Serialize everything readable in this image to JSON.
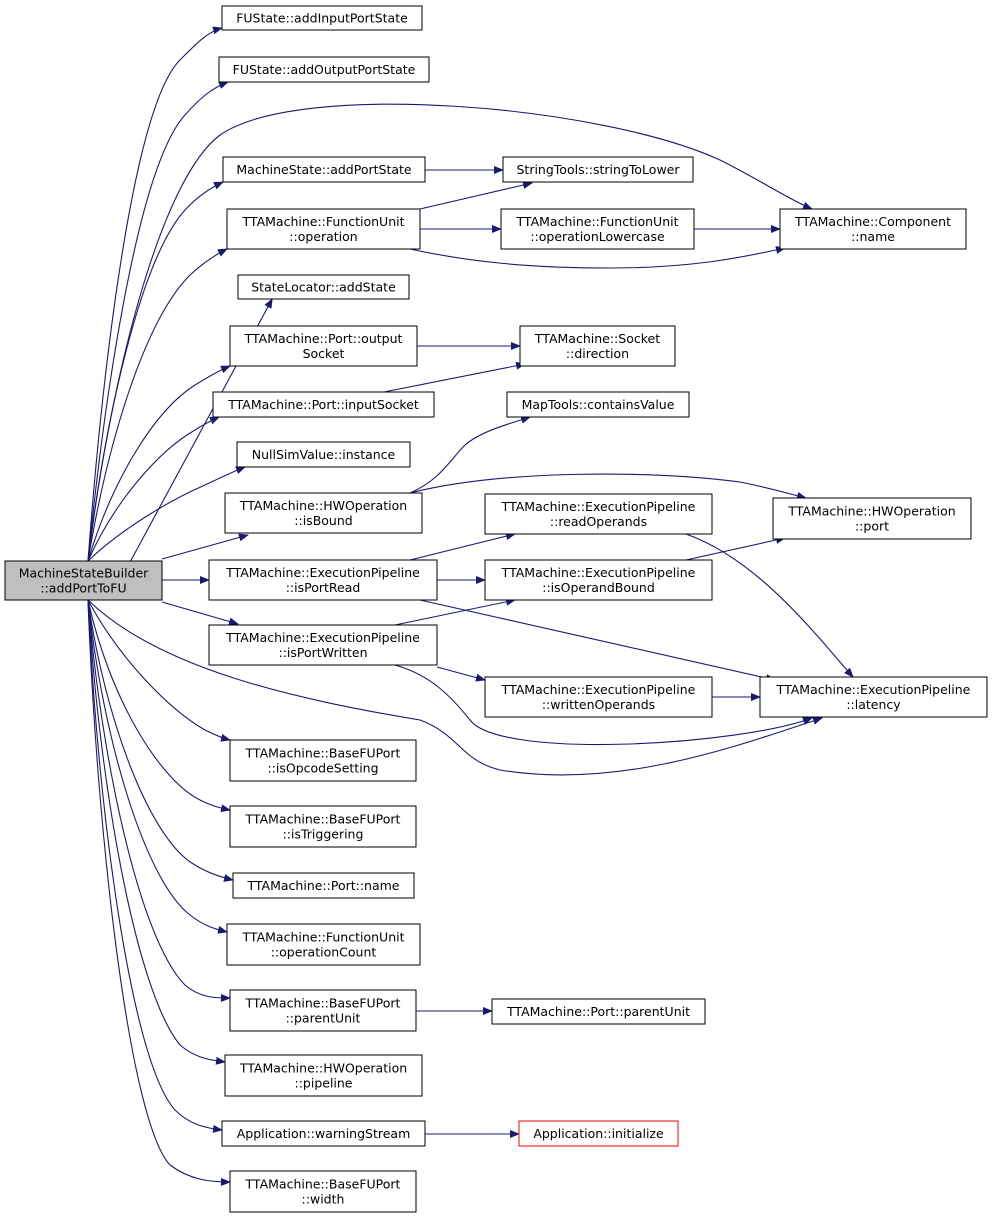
{
  "colors": {
    "edge": "#191970",
    "node_border": "#000000",
    "node_fill": "#ffffff",
    "root_fill": "#bfbfbf",
    "incomplete_border": "#ff0000"
  },
  "nodes": [
    {
      "id": "root",
      "lines": [
        "MachineStateBuilder",
        "::addPortToFU"
      ],
      "style": "root"
    },
    {
      "id": "fustate_addinputportstate",
      "lines": [
        "FUState::addInputPortState"
      ]
    },
    {
      "id": "fustate_addoutputportstate",
      "lines": [
        "FUState::addOutputPortState"
      ]
    },
    {
      "id": "machinestate_addportstate",
      "lines": [
        "MachineState::addPortState"
      ]
    },
    {
      "id": "functionunit_operation",
      "lines": [
        "TTAMachine::FunctionUnit",
        "::operation"
      ]
    },
    {
      "id": "statelocator_addstate",
      "lines": [
        "StateLocator::addState"
      ]
    },
    {
      "id": "port_outputsocket",
      "lines": [
        "TTAMachine::Port::output",
        "Socket"
      ]
    },
    {
      "id": "port_inputsocket",
      "lines": [
        "TTAMachine::Port::inputSocket"
      ]
    },
    {
      "id": "nullsimvalue_instance",
      "lines": [
        "NullSimValue::instance"
      ]
    },
    {
      "id": "hwoperation_isbound",
      "lines": [
        "TTAMachine::HWOperation",
        "::isBound"
      ]
    },
    {
      "id": "pipeline_isportread",
      "lines": [
        "TTAMachine::ExecutionPipeline",
        "::isPortRead"
      ]
    },
    {
      "id": "pipeline_isportwritten",
      "lines": [
        "TTAMachine::ExecutionPipeline",
        "::isPortWritten"
      ]
    },
    {
      "id": "basefuport_isopcodesetting",
      "lines": [
        "TTAMachine::BaseFUPort",
        "::isOpcodeSetting"
      ]
    },
    {
      "id": "basefuport_istriggering",
      "lines": [
        "TTAMachine::BaseFUPort",
        "::isTriggering"
      ]
    },
    {
      "id": "port_name",
      "lines": [
        "TTAMachine::Port::name"
      ]
    },
    {
      "id": "functionunit_operationcount",
      "lines": [
        "TTAMachine::FunctionUnit",
        "::operationCount"
      ]
    },
    {
      "id": "basefuport_parentunit",
      "lines": [
        "TTAMachine::BaseFUPort",
        "::parentUnit"
      ]
    },
    {
      "id": "hwoperation_pipeline",
      "lines": [
        "TTAMachine::HWOperation",
        "::pipeline"
      ]
    },
    {
      "id": "application_warningstream",
      "lines": [
        "Application::warningStream"
      ]
    },
    {
      "id": "basefuport_width",
      "lines": [
        "TTAMachine::BaseFUPort",
        "::width"
      ]
    },
    {
      "id": "stringtools_stringtolower",
      "lines": [
        "StringTools::stringToLower"
      ]
    },
    {
      "id": "functionunit_operationlowercase",
      "lines": [
        "TTAMachine::FunctionUnit",
        "::operationLowercase"
      ]
    },
    {
      "id": "component_name",
      "lines": [
        "TTAMachine::Component",
        "::name"
      ]
    },
    {
      "id": "socket_direction",
      "lines": [
        "TTAMachine::Socket",
        "::direction"
      ]
    },
    {
      "id": "maptools_containsvalue",
      "lines": [
        "MapTools::containsValue"
      ]
    },
    {
      "id": "hwoperation_port",
      "lines": [
        "TTAMachine::HWOperation",
        "::port"
      ]
    },
    {
      "id": "pipeline_readoperands",
      "lines": [
        "TTAMachine::ExecutionPipeline",
        "::readOperands"
      ]
    },
    {
      "id": "pipeline_isoperandbound",
      "lines": [
        "TTAMachine::ExecutionPipeline",
        "::isOperandBound"
      ]
    },
    {
      "id": "pipeline_writtenoperands",
      "lines": [
        "TTAMachine::ExecutionPipeline",
        "::writtenOperands"
      ]
    },
    {
      "id": "pipeline_latency",
      "lines": [
        "TTAMachine::ExecutionPipeline",
        "::latency"
      ]
    },
    {
      "id": "port_parentunit",
      "lines": [
        "TTAMachine::Port::parentUnit"
      ]
    },
    {
      "id": "application_initialize",
      "lines": [
        "Application::initialize"
      ],
      "style": "incomplete"
    }
  ],
  "edges": [
    [
      "root",
      "fustate_addinputportstate"
    ],
    [
      "root",
      "fustate_addoutputportstate"
    ],
    [
      "root",
      "component_name"
    ],
    [
      "root",
      "machinestate_addportstate"
    ],
    [
      "root",
      "functionunit_operation"
    ],
    [
      "root",
      "statelocator_addstate"
    ],
    [
      "root",
      "port_outputsocket"
    ],
    [
      "root",
      "port_inputsocket"
    ],
    [
      "root",
      "nullsimvalue_instance"
    ],
    [
      "root",
      "hwoperation_isbound"
    ],
    [
      "root",
      "pipeline_isportread"
    ],
    [
      "root",
      "pipeline_isportwritten"
    ],
    [
      "root",
      "pipeline_latency"
    ],
    [
      "root",
      "basefuport_isopcodesetting"
    ],
    [
      "root",
      "basefuport_istriggering"
    ],
    [
      "root",
      "port_name"
    ],
    [
      "root",
      "functionunit_operationcount"
    ],
    [
      "root",
      "basefuport_parentunit"
    ],
    [
      "root",
      "hwoperation_pipeline"
    ],
    [
      "root",
      "application_warningstream"
    ],
    [
      "root",
      "basefuport_width"
    ],
    [
      "machinestate_addportstate",
      "stringtools_stringtolower"
    ],
    [
      "functionunit_operation",
      "stringtools_stringtolower"
    ],
    [
      "functionunit_operation",
      "functionunit_operationlowercase"
    ],
    [
      "functionunit_operation",
      "component_name"
    ],
    [
      "functionunit_operationlowercase",
      "component_name"
    ],
    [
      "port_outputsocket",
      "socket_direction"
    ],
    [
      "port_inputsocket",
      "socket_direction"
    ],
    [
      "hwoperation_isbound",
      "maptools_containsvalue"
    ],
    [
      "hwoperation_isbound",
      "hwoperation_port"
    ],
    [
      "pipeline_isportread",
      "pipeline_readoperands"
    ],
    [
      "pipeline_isportread",
      "pipeline_isoperandbound"
    ],
    [
      "pipeline_isportread",
      "pipeline_latency"
    ],
    [
      "pipeline_isportwritten",
      "pipeline_isoperandbound"
    ],
    [
      "pipeline_isportwritten",
      "pipeline_writtenoperands"
    ],
    [
      "pipeline_isportwritten",
      "pipeline_latency"
    ],
    [
      "pipeline_readoperands",
      "pipeline_latency"
    ],
    [
      "pipeline_isoperandbound",
      "hwoperation_port"
    ],
    [
      "pipeline_writtenoperands",
      "pipeline_latency"
    ],
    [
      "basefuport_parentunit",
      "port_parentunit"
    ],
    [
      "application_warningstream",
      "application_initialize"
    ]
  ]
}
